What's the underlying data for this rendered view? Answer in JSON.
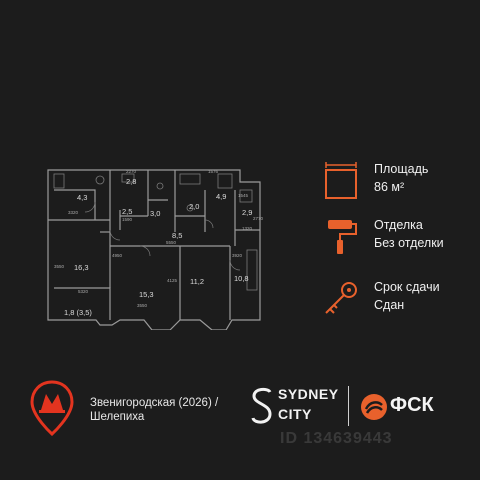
{
  "floorplan": {
    "rooms": [
      {
        "area": "4,3"
      },
      {
        "area": "2,8"
      },
      {
        "area": "2,5"
      },
      {
        "area": "3,0"
      },
      {
        "area": "2,0"
      },
      {
        "area": "4,9"
      },
      {
        "area": "2,9"
      },
      {
        "area": "8,5"
      },
      {
        "area": "16,3"
      },
      {
        "area": "15,3"
      },
      {
        "area": "11,2"
      },
      {
        "area": "10,8"
      },
      {
        "area": "1,8 (3,5)"
      }
    ],
    "dimensions": [
      "2270",
      "1576",
      "3320",
      "1590",
      "5550",
      "3550",
      "5320",
      "3550",
      "4125",
      "3920",
      "1320",
      "1545",
      "2770",
      "4950"
    ]
  },
  "info": {
    "area_label": "Площадь",
    "area_value": "86 м²",
    "finish_label": "Отделка",
    "finish_value": "Без отделки",
    "delivery_label": "Срок сдачи",
    "delivery_value": "Сдан"
  },
  "footer": {
    "station_line1": "Звенигородская (2026) /",
    "station_line2": "Шелепиха",
    "brand_line1": "SYDNEY",
    "brand_line2": "CITY",
    "developer": "ФСК",
    "watermark": "ID 134639443",
    "metro_color": "#e3341f",
    "accent_color": "#e8612c"
  }
}
